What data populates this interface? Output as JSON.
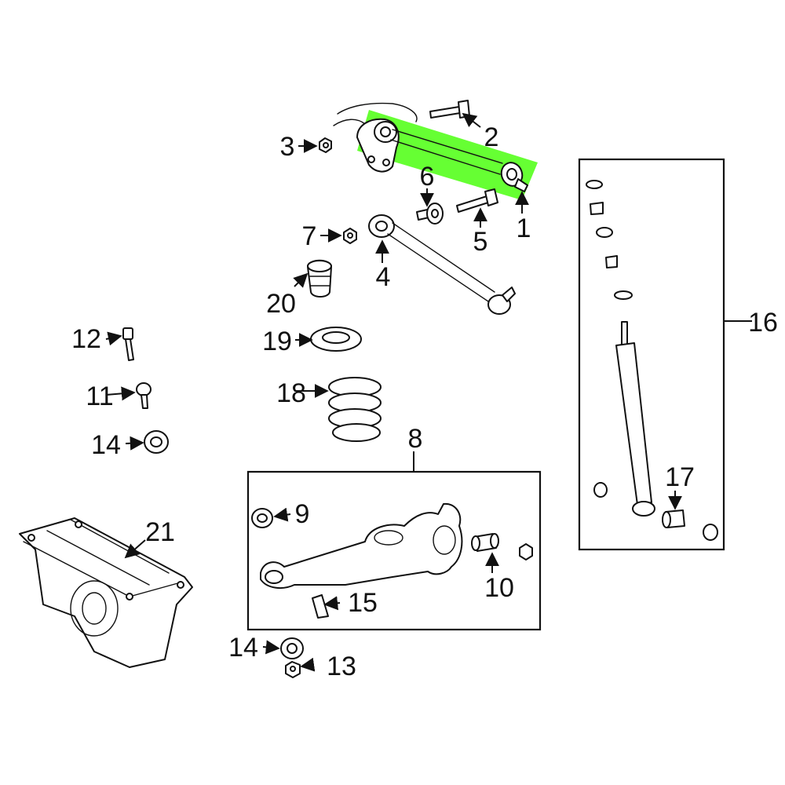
{
  "highlight_color": "#66ff33",
  "callouts": {
    "c1": "1",
    "c2": "2",
    "c3": "3",
    "c4": "4",
    "c5": "5",
    "c6": "6",
    "c7": "7",
    "c8": "8",
    "c9": "9",
    "c10": "10",
    "c11": "11",
    "c12": "12",
    "c13": "13",
    "c14a": "14",
    "c14b": "14",
    "c15": "15",
    "c16": "16",
    "c17": "17",
    "c18": "18",
    "c19": "19",
    "c20": "20",
    "c21": "21"
  }
}
